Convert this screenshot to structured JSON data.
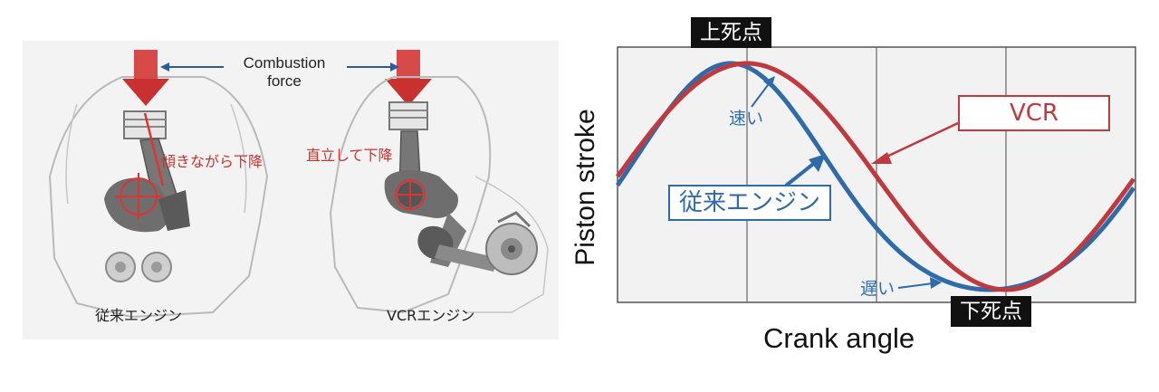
{
  "left_panel": {
    "force_label_line1": "Combustion",
    "force_label_line2": "force",
    "conventional_motion": "傾きながら下降",
    "vcr_motion": "直立して下降",
    "conventional_engine": "従来エンジン",
    "vcr_engine": "VCRエンジン"
  },
  "right_panel": {
    "y_axis_label": "Piston stroke",
    "x_axis_label": "Crank angle",
    "top_dead_center": "上死点",
    "bottom_dead_center": "下死点",
    "vcr_label": "VCR",
    "conventional_label": "従来エンジン",
    "fast_label": "速い",
    "slow_label": "遅い",
    "vcr_color": "#c0393f",
    "conventional_color": "#2e6ba8"
  }
}
